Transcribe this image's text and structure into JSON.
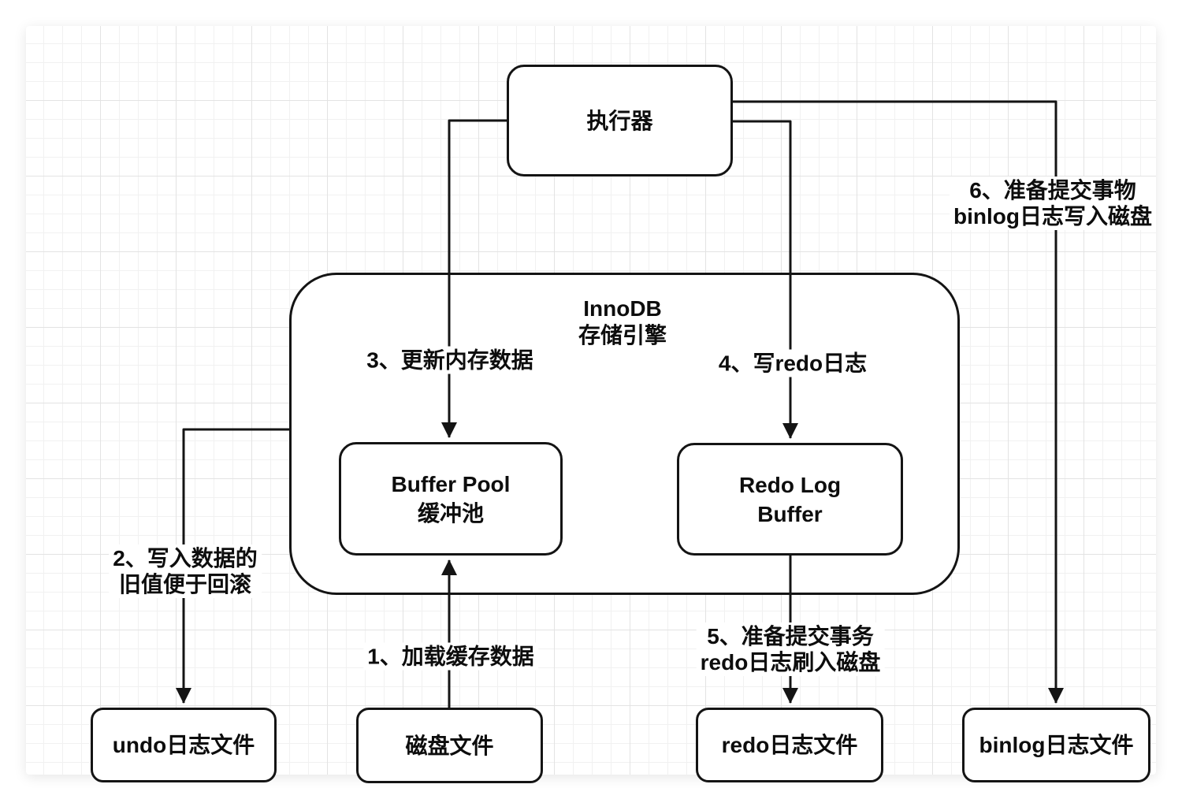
{
  "nodes": {
    "executor": {
      "label": "执行器"
    },
    "innodb": {
      "title_line1": "InnoDB",
      "title_line2": "存储引擎"
    },
    "buffer_pool": {
      "line1": "Buffer Pool",
      "line2": "缓冲池"
    },
    "redo_log_buffer": {
      "line1": "Redo Log",
      "line2": "Buffer"
    },
    "undo_log_file": {
      "label": "undo日志文件"
    },
    "disk_file": {
      "label": "磁盘文件"
    },
    "redo_log_file": {
      "label": "redo日志文件"
    },
    "binlog_log_file": {
      "label": "binlog日志文件"
    }
  },
  "edge_labels": {
    "step1": {
      "line1": "1、加载缓存数据"
    },
    "step2": {
      "line1": "2、写入数据的",
      "line2": "旧值便于回滚"
    },
    "step3": {
      "line1": "3、更新内存数据"
    },
    "step4": {
      "line1": "4、写redo日志"
    },
    "step5": {
      "line1": "5、准备提交事务",
      "line2": "redo日志刷入磁盘"
    },
    "step6": {
      "line1": "6、准备提交事物",
      "line2": "binlog日志写入磁盘"
    }
  },
  "colors": {
    "stroke": "#141414",
    "node_fill": "#ffffff",
    "canvas_bg": "#ffffff",
    "grid_minor": "#f1f1f1",
    "grid_major": "#e3e3e3"
  }
}
